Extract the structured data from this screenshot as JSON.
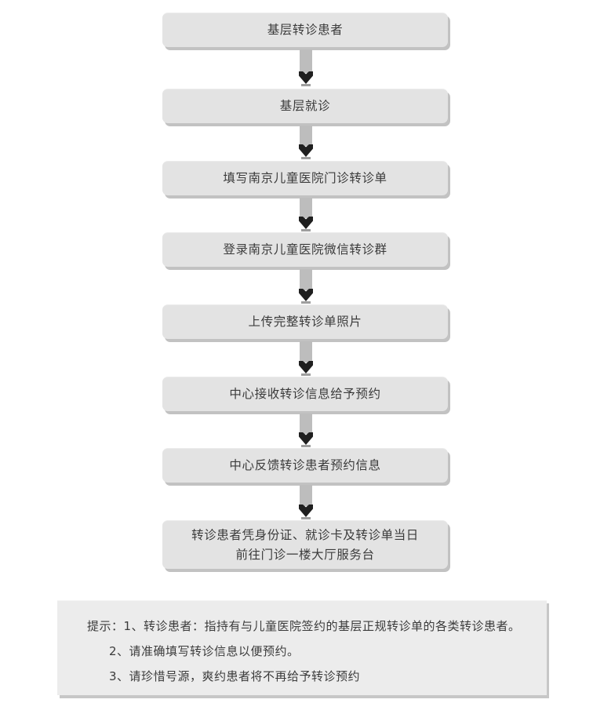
{
  "diagram": {
    "title_text": "",
    "colors": {
      "node_fill": "#e3e3e3",
      "node_shadow": "#c2c2c2",
      "node_text": "#3b3b3b",
      "arrow_shaft": "#bdbdbd",
      "arrow_head": "#1f1f1f",
      "notes_fill": "#ececec",
      "page_background": "#ffffff"
    },
    "nodes": [
      {
        "id": "n1",
        "label": "基层转诊患者"
      },
      {
        "id": "n2",
        "label": "基层就诊"
      },
      {
        "id": "n3",
        "label": "填写南京儿童医院门诊转诊单"
      },
      {
        "id": "n4",
        "label": "登录南京儿童医院微信转诊群"
      },
      {
        "id": "n5",
        "label": "上传完整转诊单照片"
      },
      {
        "id": "n6",
        "label": "中心接收转诊信息给予预约"
      },
      {
        "id": "n7",
        "label": "中心反馈转诊患者预约信息"
      },
      {
        "id": "n8",
        "label": "转诊患者凭身份证、就诊卡及转诊单当日\n前往门诊一楼大厅服务台"
      }
    ],
    "connectors": [
      {
        "id": "a1",
        "from": "n1",
        "to": "n2",
        "shape": "down-arrow"
      },
      {
        "id": "a2",
        "from": "n2",
        "to": "n3",
        "shape": "down-arrow"
      },
      {
        "id": "a3",
        "from": "n3",
        "to": "n4",
        "shape": "down-arrow"
      },
      {
        "id": "a4",
        "from": "n4",
        "to": "n5",
        "shape": "down-arrow"
      },
      {
        "id": "a5",
        "from": "n5",
        "to": "n6",
        "shape": "down-arrow"
      },
      {
        "id": "a6",
        "from": "n6",
        "to": "n7",
        "shape": "down-arrow"
      },
      {
        "id": "a7",
        "from": "n7",
        "to": "n8",
        "shape": "down-arrow"
      }
    ]
  },
  "notes": {
    "lines": [
      "提示：1、转诊患者：指持有与儿童医院签约的基层正规转诊单的各类转诊患者。",
      "2、请准确填写转诊信息以便预约。",
      "3、请珍惜号源，爽约患者将不再给予转诊预约"
    ]
  }
}
